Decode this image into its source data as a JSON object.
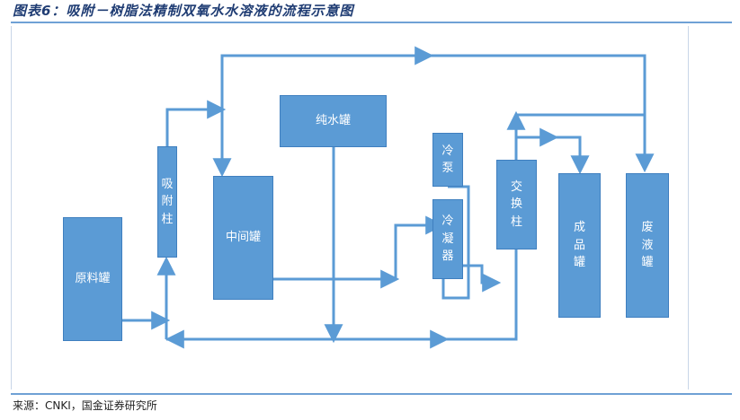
{
  "figure": {
    "title": "图表6：吸附－树脂法精制双氧水水溶液的流程示意图",
    "source": "来源：CNKI，国金证券研究所"
  },
  "colors": {
    "box_fill": "#5b9bd5",
    "line": "#5b9bd5",
    "title": "#1f3c73",
    "rule": "#6fa1d5"
  },
  "nodes": {
    "raw_tank": "原料罐",
    "adsorption_column": "吸附柱",
    "intermediate_tank": "中间罐",
    "pure_water_tank": "纯水罐",
    "cooling_pump": "冷泵",
    "condenser": "冷凝器",
    "exchange_column": "交换柱",
    "product_tank": "成品罐",
    "waste_tank": "废液罐"
  }
}
